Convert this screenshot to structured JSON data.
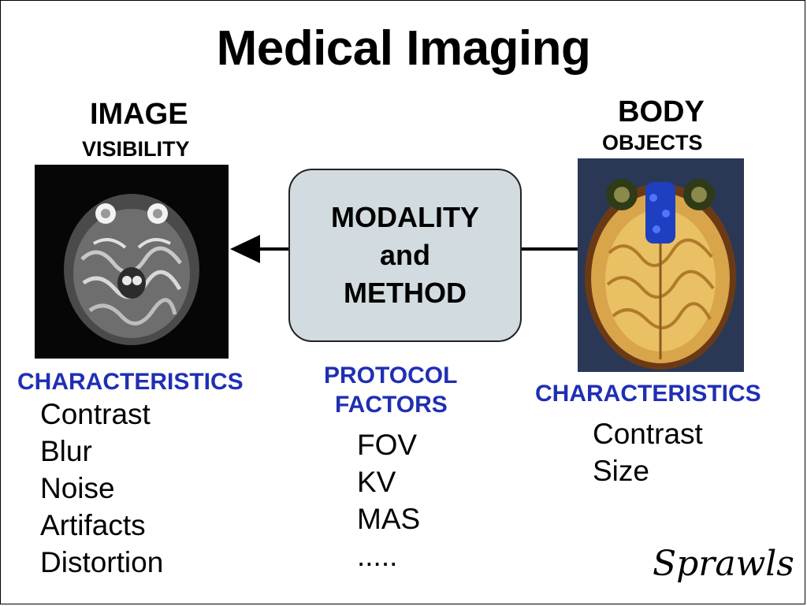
{
  "title": "Medical Imaging",
  "left": {
    "heading": "IMAGE",
    "subheading": "VISIBILITY",
    "image_icon": "mri-brain-axial-scan",
    "characteristics_label": "CHARACTERISTICS",
    "items": [
      "Contrast",
      "Blur",
      "Noise",
      "Artifacts",
      "Distortion"
    ]
  },
  "center": {
    "box_lines": [
      "MODALITY",
      "and",
      "METHOD"
    ],
    "protocol_label_line1": "PROTOCOL",
    "protocol_label_line2": "FACTORS",
    "items": [
      "FOV",
      "KV",
      "MAS",
      "....."
    ]
  },
  "right": {
    "heading": "BODY",
    "subheading": "OBJECTS",
    "image_icon": "anatomical-brain-cross-section",
    "characteristics_label": "CHARACTERISTICS",
    "items": [
      "Contrast",
      "Size"
    ]
  },
  "signature": "Sprawls",
  "colors": {
    "accent_blue": "#1f2fb4",
    "box_fill": "#d1dbe0"
  }
}
